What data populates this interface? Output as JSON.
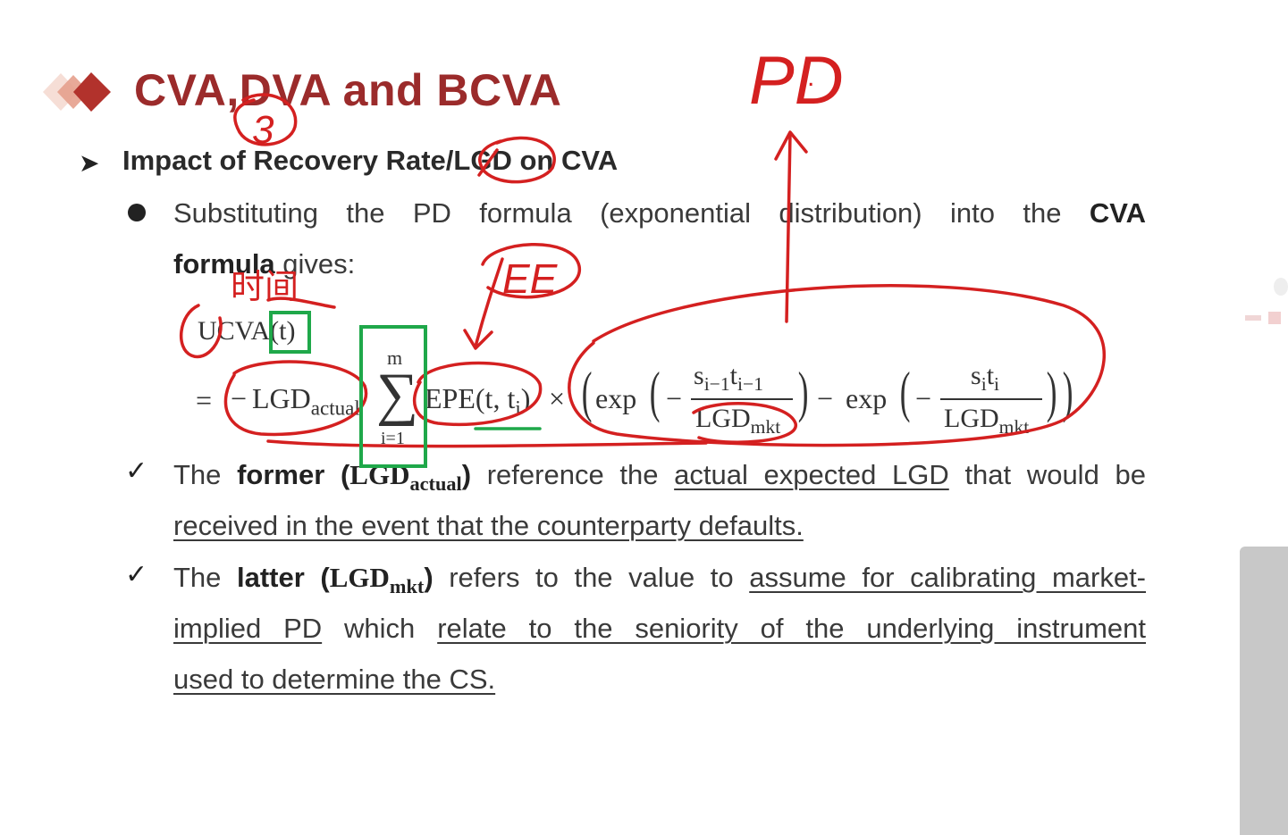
{
  "slide": {
    "title": "CVA,DVA and BCVA",
    "subheading": "Impact of Recovery Rate/LGD on CVA",
    "bullet": {
      "line1": "Substituting the PD formula (exponential distribution) into the",
      "bold1": "CVA",
      "bold2": "formula",
      "tail": " gives:"
    },
    "formula": {
      "lhs": "UCVA(t)",
      "eq": "=",
      "minus": "−",
      "lgd": "LGD",
      "lgd_sub": "actual",
      "sum_top": "m",
      "sum_sym": "∑",
      "sum_bottom": "i=1",
      "epe": "EPE(t, t",
      "epe_sub": "i",
      "epe_close": ")",
      "times": "×",
      "exp": "exp",
      "frac1_num": "s",
      "frac1_num_sub1": "i−1",
      "frac1_num_t": "t",
      "frac1_num_sub2": "i−1",
      "frac_den": "LGD",
      "frac_den_sub": "mkt",
      "frac2_num": "s",
      "frac2_num_sub1": "i",
      "frac2_num_t": "t",
      "frac2_num_sub2": "i"
    },
    "check1": {
      "pre": "The ",
      "bold": "former (",
      "lgd": "LGD",
      "lgd_sub": "actual",
      "close": ")",
      "mid": " reference the ",
      "u1": "actual expected LGD",
      "post": " that would be",
      "line2": "received in the event that the counterparty defaults."
    },
    "check2": {
      "pre": "The ",
      "bold": "latter (",
      "lgd": "LGD",
      "lgd_sub": "mkt",
      "close": ")",
      "mid": " refers to the value to ",
      "u1": "assume for calibrating market-",
      "line2_u": "implied PD",
      "line2_mid": " which ",
      "line2_u2": "relate to the seniority of the underlying instrument",
      "line3": "used to determine the CS."
    }
  },
  "annotations": {
    "pd": "PD",
    "pd_dot": ".",
    "circled_number": "3",
    "note_ee": "EE",
    "note_chinese": "时间"
  },
  "colors": {
    "title": "#9b2b2b",
    "ink_red": "#d42020",
    "ink_green": "#1fa84a"
  }
}
